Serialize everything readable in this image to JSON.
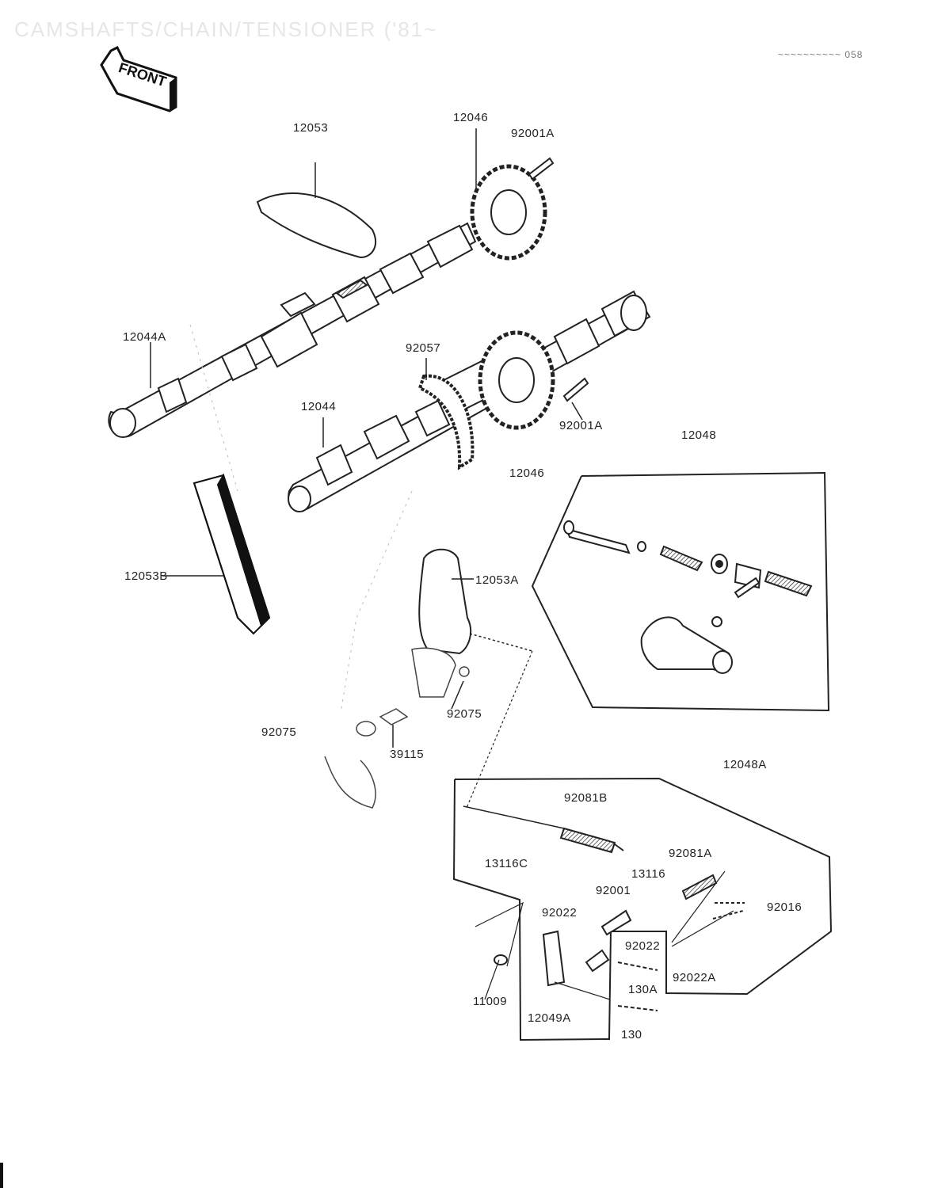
{
  "header": {
    "title": "CAMSHAFTS/CHAIN/TENSIONER ('81~",
    "code": "~~~~~~~~~~ 058"
  },
  "front_badge": {
    "text": "FRONT"
  },
  "labels": {
    "p12053": "12053",
    "p12046": "12046",
    "p92001A_top": "92001A",
    "p12044A": "12044A",
    "p92057": "92057",
    "p12044": "12044",
    "p92001A_mid": "92001A",
    "p12048": "12048",
    "p12046_b": "12046",
    "p12053B": "12053B",
    "p12053A": "12053A",
    "p92075_r": "92075",
    "p92075_l": "92075",
    "p39115": "39115",
    "p12048A": "12048A",
    "p92081B": "92081B",
    "p13116C": "13116C",
    "p92081A": "92081A",
    "p13116": "13116",
    "p92001": "92001",
    "p92016": "92016",
    "p92022_l": "92022",
    "p92022_r": "92022",
    "p92022A": "92022A",
    "p130A": "130A",
    "p11009": "11009",
    "p12049A": "12049A",
    "p130": "130"
  }
}
